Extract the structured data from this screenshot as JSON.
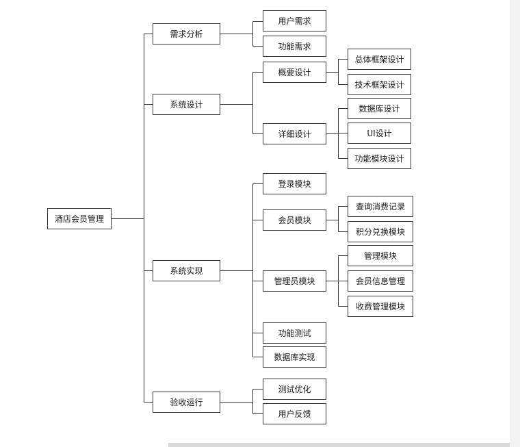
{
  "diagram": {
    "root": "酒店会员管理",
    "level1": {
      "requirement_analysis": "需求分析",
      "system_design": "系统设计",
      "system_implementation": "系统实现",
      "acceptance": "验收运行"
    },
    "requirement_analysis": {
      "user_needs": "用户需求",
      "function_needs": "功能需求"
    },
    "system_design": {
      "outline_design": "概要设计",
      "detailed_design": "详细设计",
      "outline": {
        "overall_framework": "总体框架设计",
        "tech_framework": "技术框架设计"
      },
      "detailed": {
        "database_design": "数据库设计",
        "ui_design": "UI设计",
        "function_module_design": "功能模块设计"
      }
    },
    "system_implementation": {
      "login_module": "登录模块",
      "member_module": "会员模块",
      "admin_module": "管理员模块",
      "function_test": "功能测试",
      "database_impl": "数据库实现",
      "member": {
        "query_records": "查询消费记录",
        "points_exchange": "积分兑换模块"
      },
      "admin": {
        "management_module": "管理模块",
        "member_info_management": "会员信息管理",
        "fee_management_module": "收费管理模块"
      }
    },
    "acceptance": {
      "test_optimize": "测试优化",
      "user_feedback": "用户反馈"
    }
  }
}
